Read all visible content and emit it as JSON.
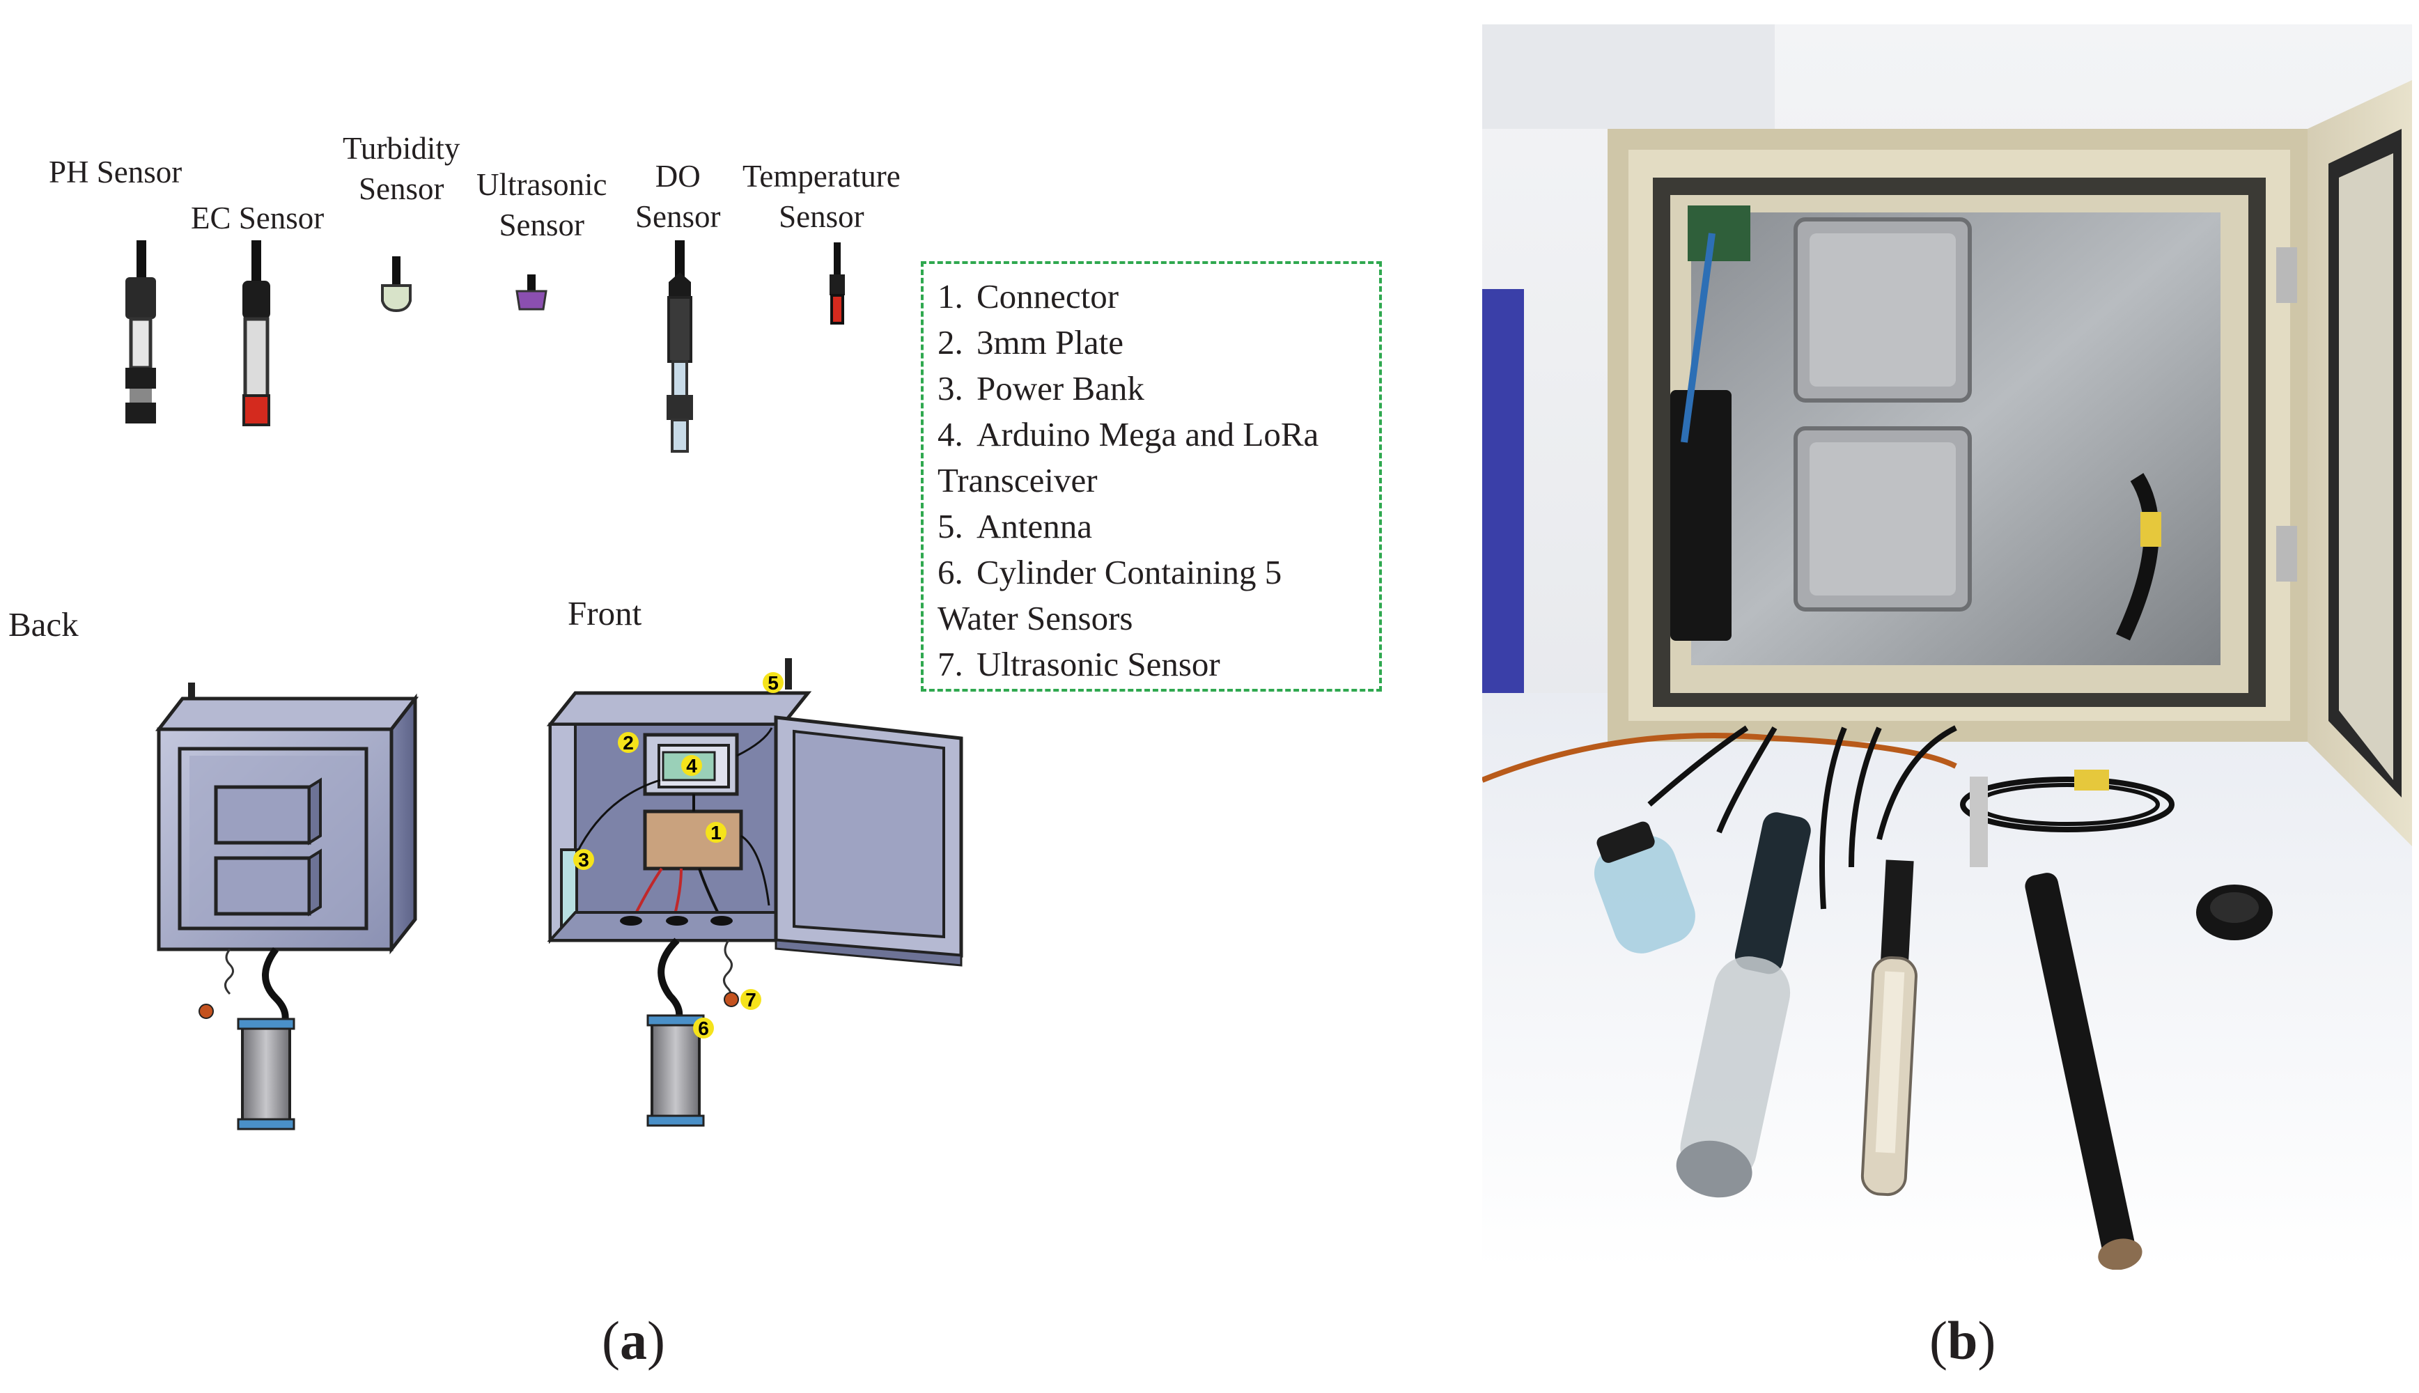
{
  "sensors": [
    {
      "id": "ph",
      "line1": "PH Sensor",
      "line2": ""
    },
    {
      "id": "ec",
      "line1": "EC Sensor",
      "line2": ""
    },
    {
      "id": "turbidity",
      "line1": "Turbidity",
      "line2": "Sensor"
    },
    {
      "id": "ultrasonic",
      "line1": "Ultrasonic",
      "line2": "Sensor"
    },
    {
      "id": "do",
      "line1": "DO",
      "line2": "Sensor"
    },
    {
      "id": "temperature",
      "line1": "Temperature",
      "line2": "Sensor"
    }
  ],
  "legend": [
    {
      "num": "1.",
      "text": "Connector",
      "cont": ""
    },
    {
      "num": "2.",
      "text": "3mm Plate",
      "cont": ""
    },
    {
      "num": "3.",
      "text": "Power Bank",
      "cont": ""
    },
    {
      "num": "4.",
      "text": "Arduino Mega and LoRa",
      "cont": "Transceiver"
    },
    {
      "num": "5.",
      "text": "Antenna",
      "cont": ""
    },
    {
      "num": "6.",
      "text": "Cylinder Containing 5",
      "cont": "Water Sensors"
    },
    {
      "num": "7.",
      "text": "Ultrasonic Sensor",
      "cont": ""
    }
  ],
  "views": {
    "back": "Back",
    "front": "Front"
  },
  "markers": [
    "1",
    "2",
    "3",
    "4",
    "5",
    "6",
    "7"
  ],
  "captions": {
    "a_open": "(",
    "a_letter": "a",
    "a_close": ")",
    "b_open": "(",
    "b_letter": "b",
    "b_close": ")"
  },
  "colors": {
    "enclosure": "#9fa4c4",
    "enclosure_dark": "#6d7396",
    "legend_border": "#2fa84f",
    "marker": "#f5e31b",
    "connector_box": "#c9a27e",
    "cylinder_cap": "#4a90c8"
  }
}
